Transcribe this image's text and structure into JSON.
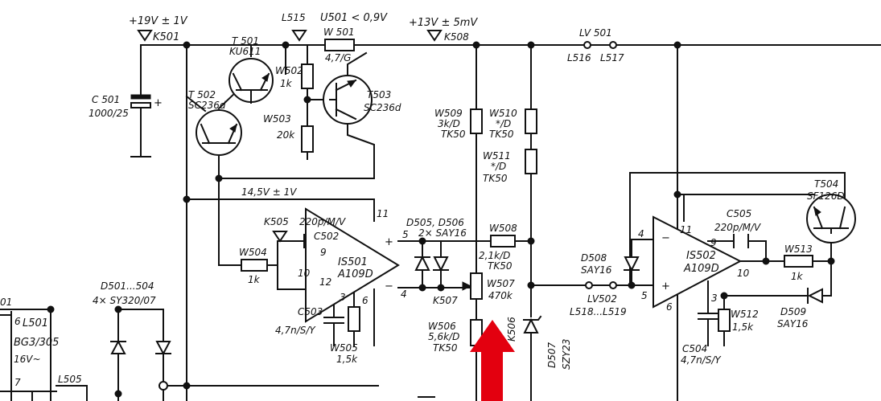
{
  "colors": {
    "ink": "#111111",
    "paper": "#ffffff",
    "marker": "#e3000f"
  },
  "labels": {
    "supply_19": "+19V ± 1V",
    "k501": "K501",
    "l515": "L515",
    "u501": "U501 < 0,9V",
    "supply_13": "+13V ± 5mV",
    "k508": "K508",
    "lv501": "LV 501",
    "l516": "L516",
    "l517": "L517",
    "t501_name": "T 501",
    "t501_type": "KU611",
    "t502_name": "T 502",
    "t502_type": "SC236d",
    "t503_name": "T503",
    "t503_type": "SC236d",
    "w501_name": "W 501",
    "w501_val": "4,7/G",
    "w502_name": "W502",
    "w502_val": "1k",
    "w503_name": "W503",
    "w503_val": "20k",
    "c501_name": "C 501",
    "c501_val": "1000/25",
    "plus": "+",
    "w509_name": "W509",
    "w509_val": "3k/D",
    "w509_tk": "TK50",
    "w510_name": "W510",
    "w510_val": "*/D",
    "w510_tk": "TK50",
    "w511_name": "W511",
    "w511_val": "*/D",
    "w511_tk": "TK50",
    "supply_14": "14,5V ± 1V",
    "k505": "K505",
    "c502_val": "220p/M/V",
    "c502_name": "C502",
    "w504_name": "W504",
    "w504_val": "1k",
    "is501_name": "IS501",
    "is501_type": "A109D",
    "pin_11a": "11",
    "pin_9a": "9",
    "pin_10a": "10",
    "pin_12a": "12",
    "pin_6a": "6",
    "pin_5a": "5",
    "pin_4a": "4",
    "pin_3a": "3",
    "c503_name": "C503",
    "c503_val": "4,7n/S/Y",
    "w505_name": "W505",
    "w505_val": "1,5k",
    "d505_name": "D505, D506",
    "d505_val": "2× SAY16",
    "w508_name": "W508",
    "w508_val": "2,1k/D",
    "w508_tk": "TK50",
    "w507_name": "W507",
    "w507_val": "470k",
    "k507": "K507",
    "k506": "K506",
    "w506_name": "W506",
    "w506_val": "5,6k/D",
    "w506_tk": "TK50",
    "d507_name": "D507",
    "d507_type": "SZY23",
    "d501_name": "D501...504",
    "d501_val": "4× SY320/07",
    "l501": "L501",
    "bg3": "BG3/305",
    "volt16": "16V~",
    "l505": "L505",
    "pin_6b": "6",
    "pin_7b": "7",
    "edge_01": "01",
    "d508_name": "D508",
    "d508_type": "SAY16",
    "lv502": "LV502",
    "l518": "L518...L519",
    "pin_4b": "4",
    "pin_5b": "5",
    "pin_11b": "11",
    "pin_9b": "9",
    "pin_10b": "10",
    "pin_3b": "3",
    "pin_6c": "6",
    "is502_name": "IS502",
    "is502_type": "A109D",
    "c505_name": "C505",
    "c505_val": "220p/M/V",
    "w513_name": "W513",
    "w513_val": "1k",
    "w512_name": "W512",
    "w512_val": "1,5k",
    "c504_name": "C504",
    "c504_val": "4,7n/S/Y",
    "d509_name": "D509",
    "d509_type": "SAY16",
    "t504_name": "T504",
    "t504_type": "SF126D",
    "minus": "−"
  }
}
